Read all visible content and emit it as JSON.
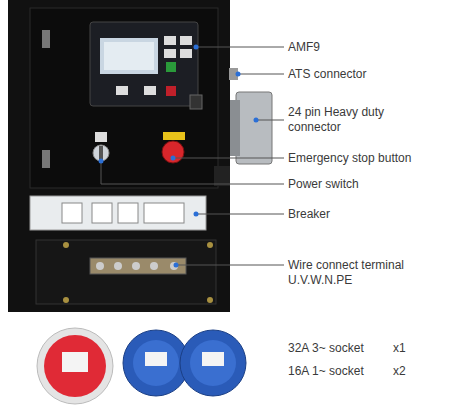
{
  "diagram": {
    "labels": [
      "AMF9",
      "ATS connector",
      "24 pin Heavy duty connector",
      "Emergency stop button",
      "Power switch",
      "Breaker",
      "Wire connect terminal U.V.W.N.PE",
      "32A 3~ socket",
      "x1",
      "16A 1~ socket",
      "x2"
    ]
  }
}
